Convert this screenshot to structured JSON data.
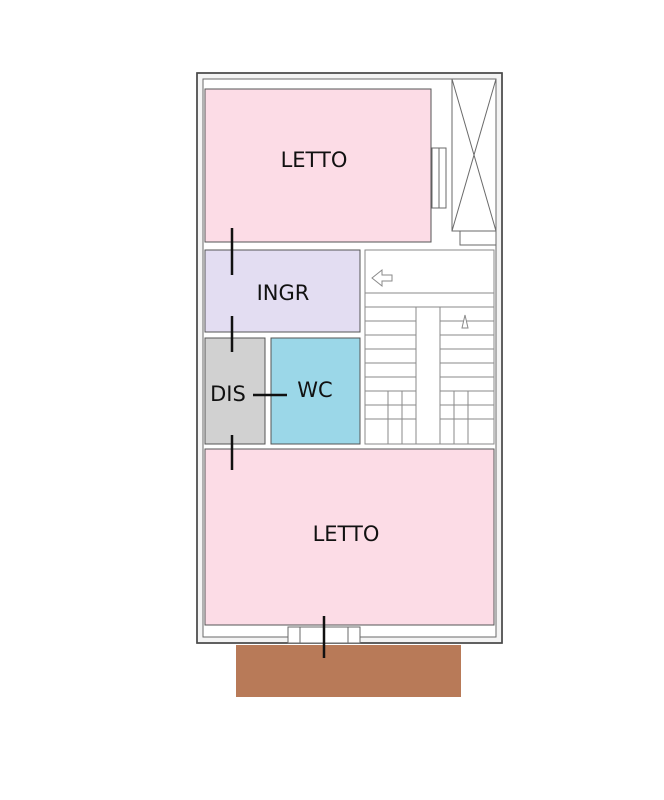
{
  "rooms": [
    {
      "id": "bedroom-top",
      "label": "LETTO",
      "color": "#fcdce6"
    },
    {
      "id": "entrance",
      "label": "INGR",
      "color": "#e3ddf2"
    },
    {
      "id": "hallway",
      "label": "DIS",
      "color": "#d1d1d1"
    },
    {
      "id": "bathroom",
      "label": "WC",
      "color": "#9bd7e8"
    },
    {
      "id": "bedroom-bottom",
      "label": "LETTO",
      "color": "#fcdce6"
    }
  ],
  "balcony": {
    "color": "#b87a58"
  },
  "walls": {
    "color": "#4a4a4a"
  },
  "stairs": {
    "color": "#8a8a8a"
  }
}
